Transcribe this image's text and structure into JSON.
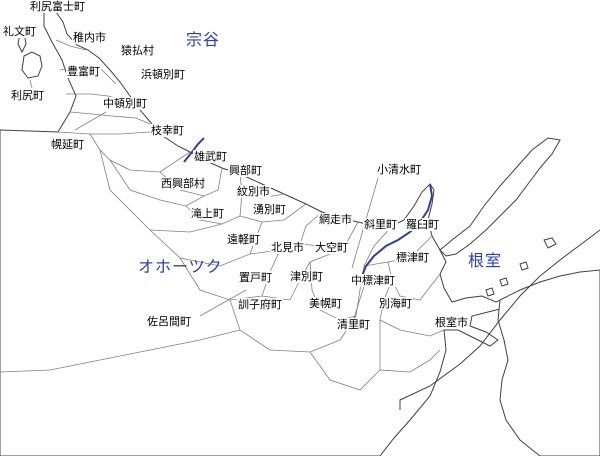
{
  "regions": {
    "soya": "宗谷",
    "okhotsk": "オホーツク",
    "nemuro": "根室"
  },
  "towns": {
    "rishirifuji": "利尻富士町",
    "rebun": "礼文町",
    "rishiri": "利尻町",
    "wakkanai": "稚内市",
    "sarufutsu": "猿払村",
    "toyotomi": "豊富町",
    "hamatonbetsu": "浜頓別町",
    "nakatonbetsu": "中頓別町",
    "horonobe": "幌延町",
    "esashi": "枝幸町",
    "omu": "雄武町",
    "okoppe": "興部町",
    "nishiokoppe": "西興部村",
    "monbetsu": "紋別市",
    "takinoue": "滝上町",
    "yubetsu": "湧別町",
    "engaru": "遠軽町",
    "abashiri": "網走市",
    "koshimizu": "小清水町",
    "shari": "斜里町",
    "rausu": "羅臼町",
    "kitami": "北見市",
    "ozora": "大空町",
    "shibetsu": "標津町",
    "oketo": "置戸町",
    "tsubetsu": "津別町",
    "nakashibetsu": "中標津町",
    "kunneppu": "訓子府町",
    "bihoro": "美幌町",
    "betsukai": "別海町",
    "saroma": "佐呂間町",
    "kiyosato": "清里町",
    "nemuro": "根室市"
  },
  "colors": {
    "boundary": "#808080",
    "coast": "#404040",
    "subprefecture_border": "#2f3fa0",
    "region_label": "#2f3fa0",
    "water": "#ffffff"
  }
}
